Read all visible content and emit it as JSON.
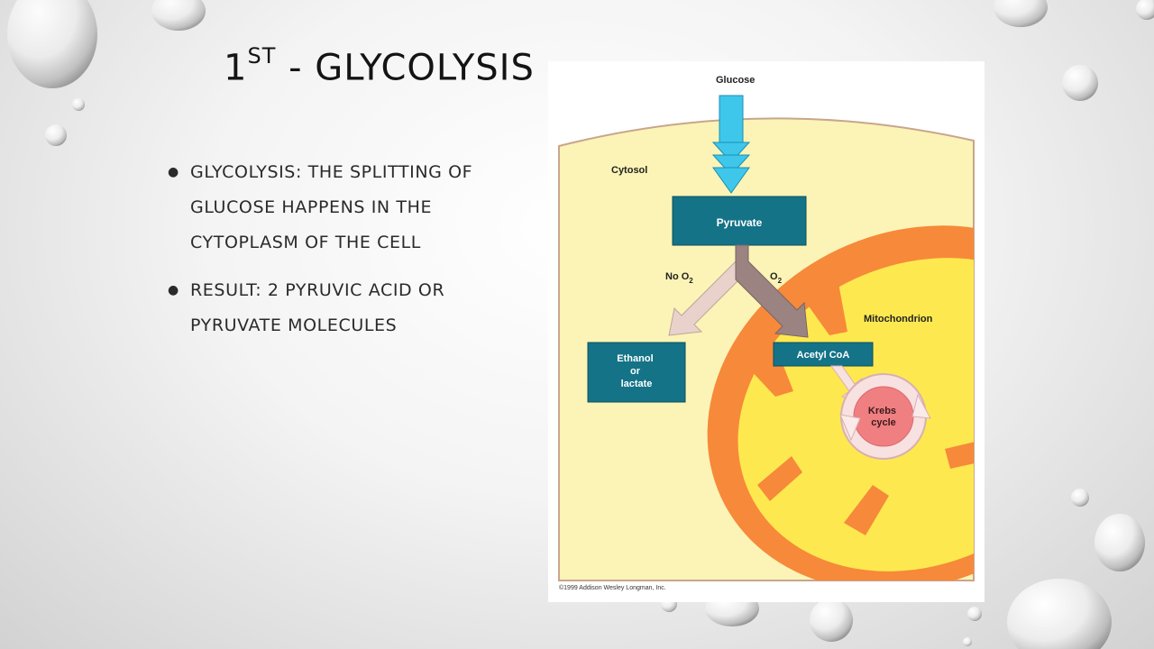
{
  "slide": {
    "title_number": "1",
    "title_superscript": "ST",
    "title_text": " - GLYCOLYSIS"
  },
  "bullets": [
    {
      "text": "Glycolysis: the splitting of glucose happens in the cytoplasm of the cell"
    },
    {
      "text": "Result: 2 pyruvic acid or pyruvate molecules"
    }
  ],
  "figure": {
    "labels": {
      "glucose": "Glucose",
      "cytosol": "Cytosol",
      "pyruvate": "Pyruvate",
      "no_o2": "No O",
      "no_o2_sub": "2",
      "o2": "O",
      "o2_sub": "2",
      "mitochondrion": "Mitochondrion",
      "ethanol_line1": "Ethanol",
      "ethanol_line2": "or",
      "ethanol_line3": "lactate",
      "acetyl_coa": "Acetyl CoA",
      "krebs_line1": "Krebs",
      "krebs_line2": "cycle",
      "copyright": "©1999 Addison Wesley Longman, Inc."
    },
    "colors": {
      "cytosol": "#fbf4b6",
      "mitochondrion_outer": "#f7893a",
      "mitochondrion_inner": "#fde94f",
      "label_box": "#147387",
      "glucose_arrow": "#3ec7ea",
      "no_o2_arrow": "#e8d2cb",
      "o2_arrow": "#9b8382",
      "krebs": "#f07f82"
    }
  }
}
